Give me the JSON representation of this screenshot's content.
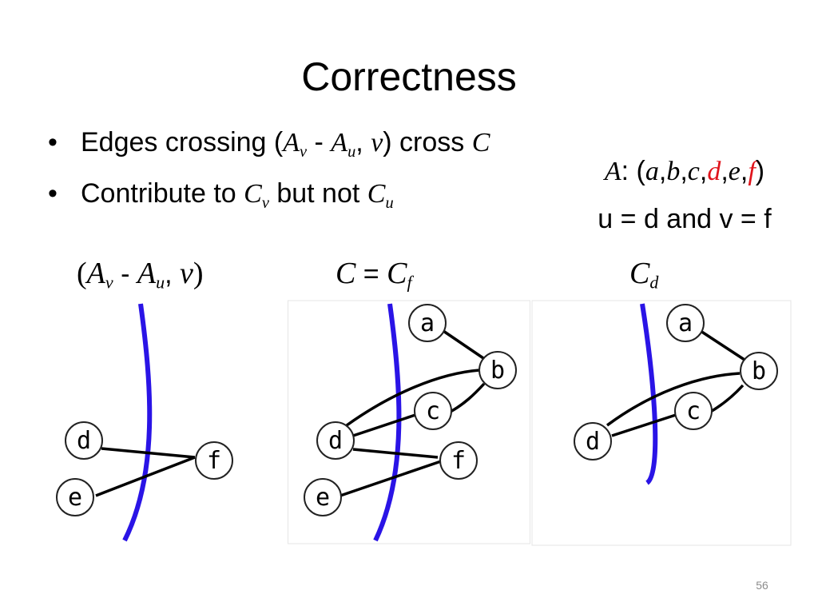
{
  "slide": {
    "title": "Correctness",
    "page_number": "56"
  },
  "bullets": [
    {
      "bullet_glyph": "•",
      "t1": "Edges crossing (",
      "m1": "A",
      "s1": "v",
      "t2": " - ",
      "m2": "A",
      "s2": "u",
      "t3": ", ",
      "m3": "v",
      "t4": ") cross ",
      "m4": "C"
    },
    {
      "bullet_glyph": "•",
      "t1": "Contribute to ",
      "m1": "C",
      "s1": "v",
      "t2": " but not ",
      "m2": "C",
      "s2": "u"
    }
  ],
  "ordering": {
    "prefix": "A",
    "colon": ": (",
    "items": [
      "a",
      "b",
      "c",
      "d",
      "e",
      "f"
    ],
    "sep": ",",
    "close": ")",
    "highlighted": [
      "d",
      "f"
    ],
    "highlight_color": "#e0141c",
    "assignment": "u = d and v = f"
  },
  "panels": [
    {
      "header_open": "(",
      "A1": "A",
      "sub1": "v",
      "dash": " - ",
      "A2": "A",
      "sub2": "u",
      "comma": ", ",
      "var": "v",
      "header_close": ")",
      "nodes": [
        "d",
        "e",
        "f"
      ]
    },
    {
      "C": "C",
      "eq": " = ",
      "Cf": "C",
      "sub": "f",
      "nodes": [
        "a",
        "b",
        "c",
        "d",
        "e",
        "f"
      ]
    },
    {
      "C": "C",
      "sub": "d",
      "nodes": [
        "a",
        "b",
        "c",
        "d"
      ]
    }
  ],
  "colors": {
    "curve": "#2a14e6",
    "edge": "#000000",
    "node_stroke": "#222222",
    "page_number": "#8c8c8c"
  }
}
